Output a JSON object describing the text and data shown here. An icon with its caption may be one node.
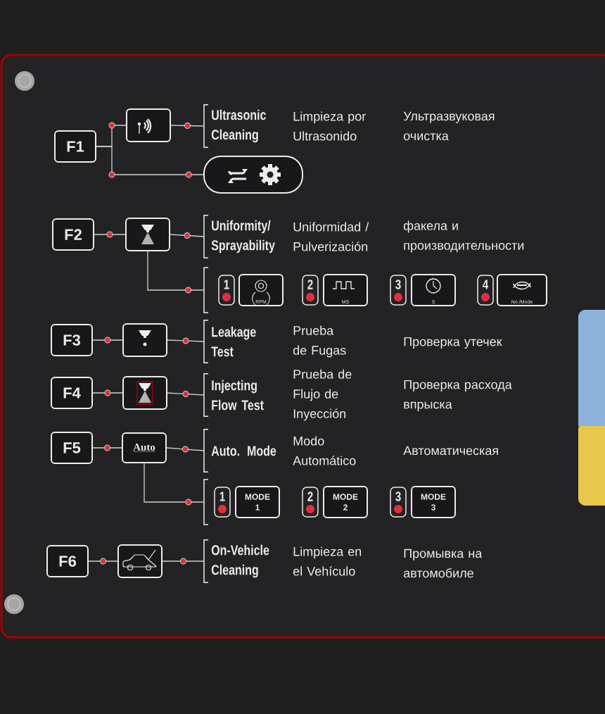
{
  "diagram": {
    "nodes": [
      {
        "text": [
          "F1"
        ]
      },
      {
        "text": [],
        "shape": "box"
      },
      {
        "text": [
          "Ultrasonic Cleaning"
        ]
      },
      {
        "text": [],
        "shape": "box"
      },
      {
        "text": [
          "F2"
        ]
      },
      {
        "text": [],
        "shape": "box"
      },
      {
        "text": [
          "Uniformity/ Sprayability"
        ]
      },
      {
        "text": [
          "RPM"
        ],
        "beside": [
          "1"
        ]
      },
      {
        "text": [
          "MS"
        ],
        "beside": [
          "2"
        ]
      },
      {
        "text": [
          "S"
        ],
        "beside": [
          "3"
        ]
      },
      {
        "text": [
          "No./Mode"
        ],
        "beside": [
          "4"
        ]
      },
      {
        "text": [
          "F3"
        ]
      },
      {
        "text": [],
        "shape": "box"
      },
      {
        "text": [
          "Leakage Test"
        ]
      },
      {
        "text": [
          "F4"
        ]
      },
      {
        "text": [],
        "shape": "box"
      },
      {
        "text": [
          "Injecting Flow Test"
        ]
      },
      {
        "text": [
          "F5"
        ]
      },
      {
        "text": [
          "Auto"
        ]
      },
      {
        "text": [
          "Auto. Mode"
        ]
      },
      {
        "text": [
          "MODE 1"
        ],
        "beside": [
          "1"
        ]
      },
      {
        "text": [
          "MODE 2"
        ],
        "beside": [
          "2"
        ]
      },
      {
        "text": [
          "MODE 3"
        ],
        "beside": [
          "3"
        ]
      },
      {
        "text": [
          "F6"
        ]
      },
      {
        "text": [],
        "shape": "box"
      },
      {
        "text": [
          "On-Vehicle Cleaning"
        ]
      }
    ],
    "labels": [
      "Limpieza por Ultrasonido",
      "Ультразвуковая очистка",
      "Uniformidad / Pulverización",
      "факела и производительности",
      "Prueba de Fugas",
      "Проверка утечек",
      "Prueba de Flujo de Inyección",
      "Проверка расхода впрыска",
      "Modo Automático",
      "Автоматическая",
      "Limpieza en el Vehículo",
      "Промывка на автомобиле"
    ],
    "edges": [
      {
        "from": 0,
        "to": 1,
        "arrow": "none"
      },
      {
        "from": 1,
        "to": 2,
        "arrow": "none"
      },
      {
        "from": 0,
        "to": 3,
        "arrow": "none"
      },
      {
        "from": 4,
        "to": 5,
        "arrow": "none"
      },
      {
        "from": 5,
        "to": 6,
        "arrow": "none"
      },
      {
        "from": 5,
        "to": 7,
        "arrow": "none"
      },
      {
        "from": 11,
        "to": 12,
        "arrow": "none"
      },
      {
        "from": 12,
        "to": 13,
        "arrow": "none"
      },
      {
        "from": 14,
        "to": 15,
        "arrow": "none"
      },
      {
        "from": 15,
        "to": 16,
        "arrow": "none"
      },
      {
        "from": 17,
        "to": 18,
        "arrow": "none"
      },
      {
        "from": 18,
        "to": 19,
        "arrow": "none"
      },
      {
        "from": 18,
        "to": 20,
        "arrow": "none"
      },
      {
        "from": 23,
        "to": 24,
        "arrow": "none"
      },
      {
        "from": 24,
        "to": 25,
        "arrow": "none"
      }
    ]
  }
}
